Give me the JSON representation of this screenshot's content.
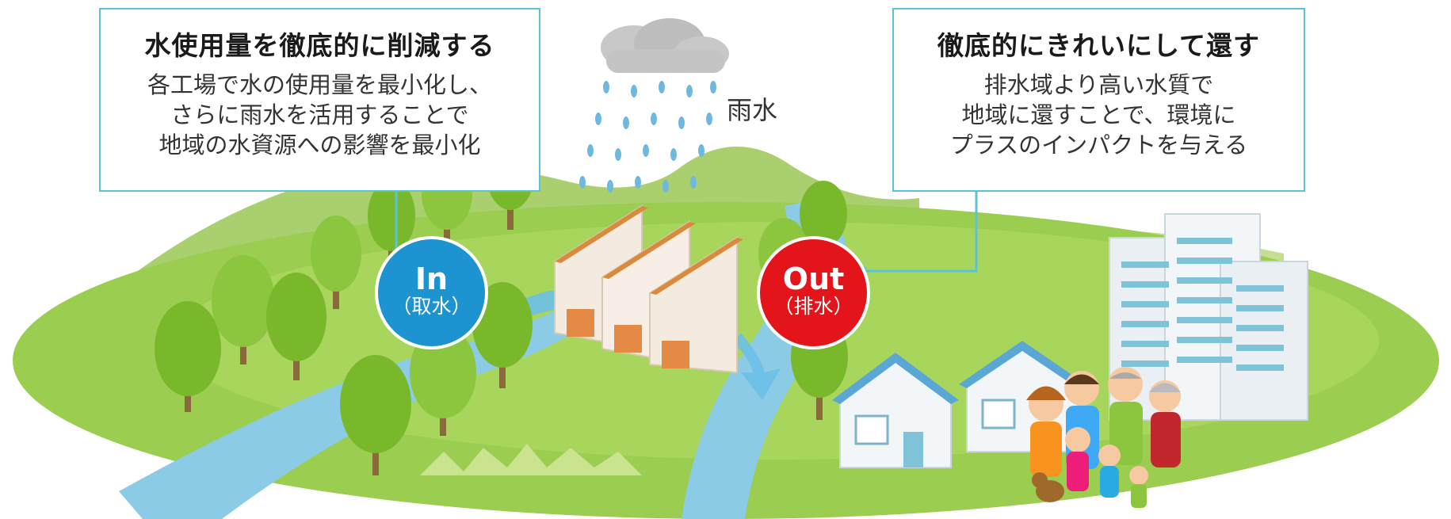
{
  "callout_left": {
    "title": "水使用量を徹底的に削減する",
    "lines": [
      "各工場で水の使用量を最小化し、",
      "さらに雨水を活用することで",
      "地域の水資源への影響を最小化"
    ]
  },
  "callout_right": {
    "title": "徹底的にきれいにして還す",
    "lines": [
      "排水域より高い水質で",
      "地域に還すことで、環境に",
      "プラスのインパクトを与える"
    ]
  },
  "rain_label": "雨水",
  "badge_in": {
    "big": "In",
    "small": "（取水）"
  },
  "badge_out": {
    "big": "Out",
    "small": "（排水）"
  },
  "colors": {
    "callout_border": "#5bc3d6",
    "in_badge": "#1e93d1",
    "out_badge": "#e3141a",
    "river": "#8ccbe6",
    "grass": "#8cc63f",
    "tree": "#7ab82b",
    "factory_wall": "#f4ebe0",
    "factory_roof": "#d98a3d",
    "building": "#e9eff2",
    "window": "#7fc3d8"
  }
}
